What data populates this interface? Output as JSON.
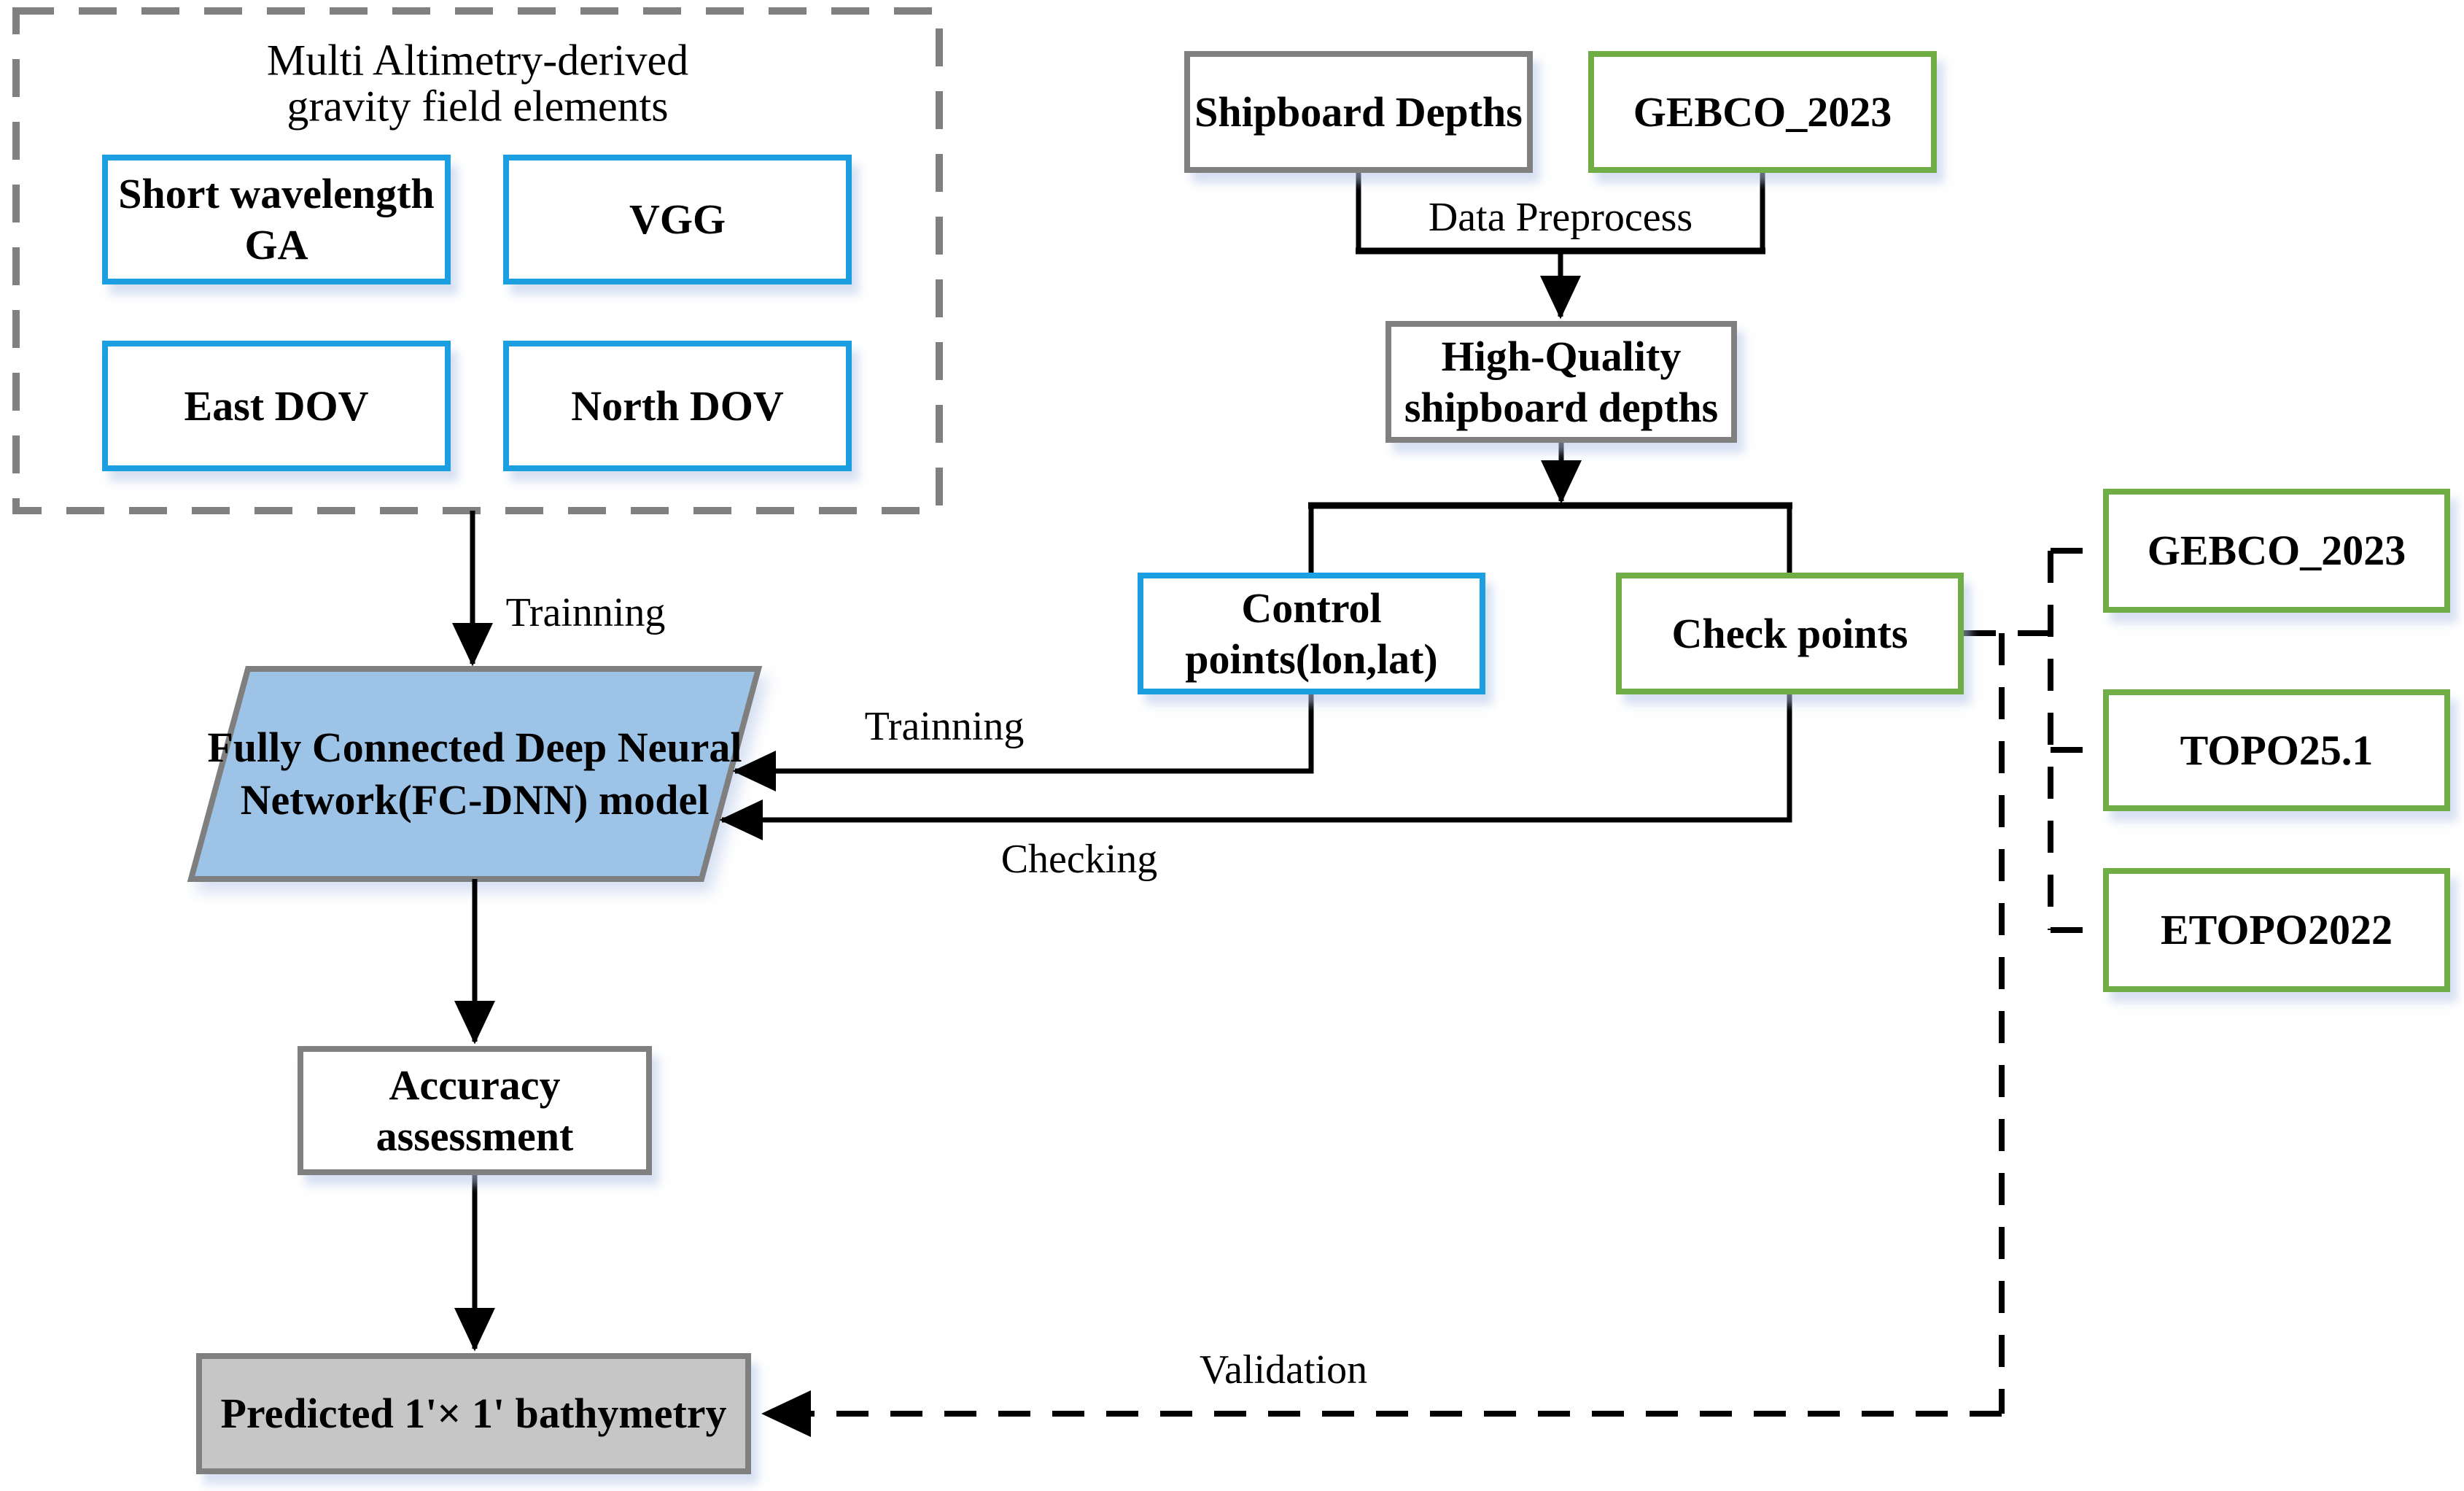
{
  "diagram": {
    "title_block": {
      "line1": "Multi Altimetry-derived",
      "line2": "gravity field elements"
    },
    "nodes": {
      "short_wavelength_ga": {
        "line1": "Short wavelength",
        "line2": "GA"
      },
      "vgg": {
        "label": "VGG"
      },
      "east_dov": {
        "label": "East DOV"
      },
      "north_dov": {
        "label": "North DOV"
      },
      "shipboard_depths": {
        "label": "Shipboard Depths"
      },
      "gebco_top": {
        "label": "GEBCO_2023"
      },
      "high_quality": {
        "line1": "High-Quality",
        "line2": "shipboard depths"
      },
      "control_points": {
        "line1": "Control",
        "line2": "points(lon,lat)"
      },
      "check_points": {
        "label": "Check points"
      },
      "fcdnn": {
        "line1": "Fully Connected Deep Neural",
        "line2": "Network(FC-DNN) model"
      },
      "accuracy": {
        "line1": "Accuracy",
        "line2": "assessment"
      },
      "predicted": {
        "label": "Predicted 1'× 1' bathymetry"
      },
      "gebco_right": {
        "label": "GEBCO_2023"
      },
      "topo": {
        "label": "TOPO25.1"
      },
      "etopo": {
        "label": "ETOPO2022"
      }
    },
    "edge_labels": {
      "training_vertical": "Trainning",
      "data_preprocess": "Data Preprocess",
      "training_horizontal": "Trainning",
      "checking": "Checking",
      "validation": "Validation"
    },
    "colors": {
      "blue": "#1B9FE0",
      "green": "#70AD47",
      "gray": "#808080",
      "fill_blue": "#9DC3E6",
      "fill_gray": "#C6C6C6",
      "line": "#000000"
    }
  }
}
